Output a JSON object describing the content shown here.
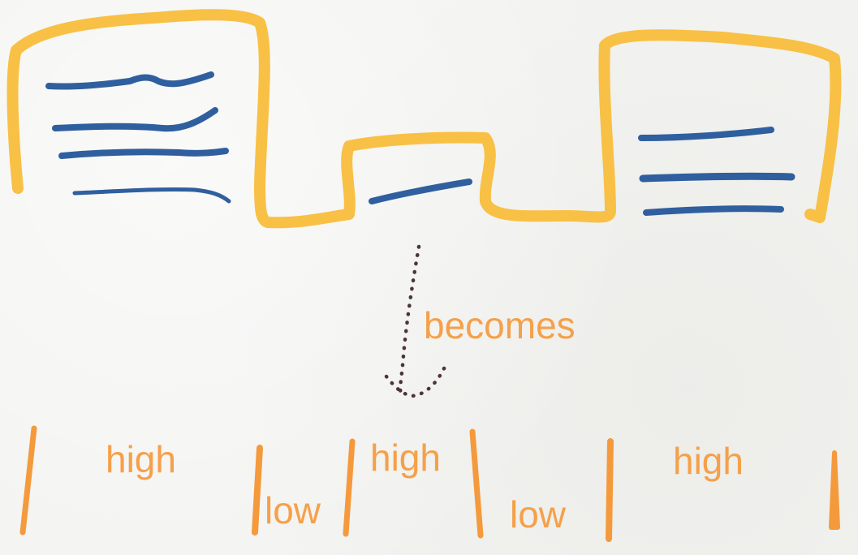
{
  "colors": {
    "outline": "#f8c045",
    "text_lines": "#2f5f9e",
    "arrow": "#4d3437",
    "labels": "#f5a04a",
    "dividers": "#f49a3c"
  },
  "arrow_label": "becomes",
  "segments": [
    {
      "label": "high"
    },
    {
      "label": "low"
    },
    {
      "label": "high"
    },
    {
      "label": "low"
    },
    {
      "label": "high"
    }
  ]
}
